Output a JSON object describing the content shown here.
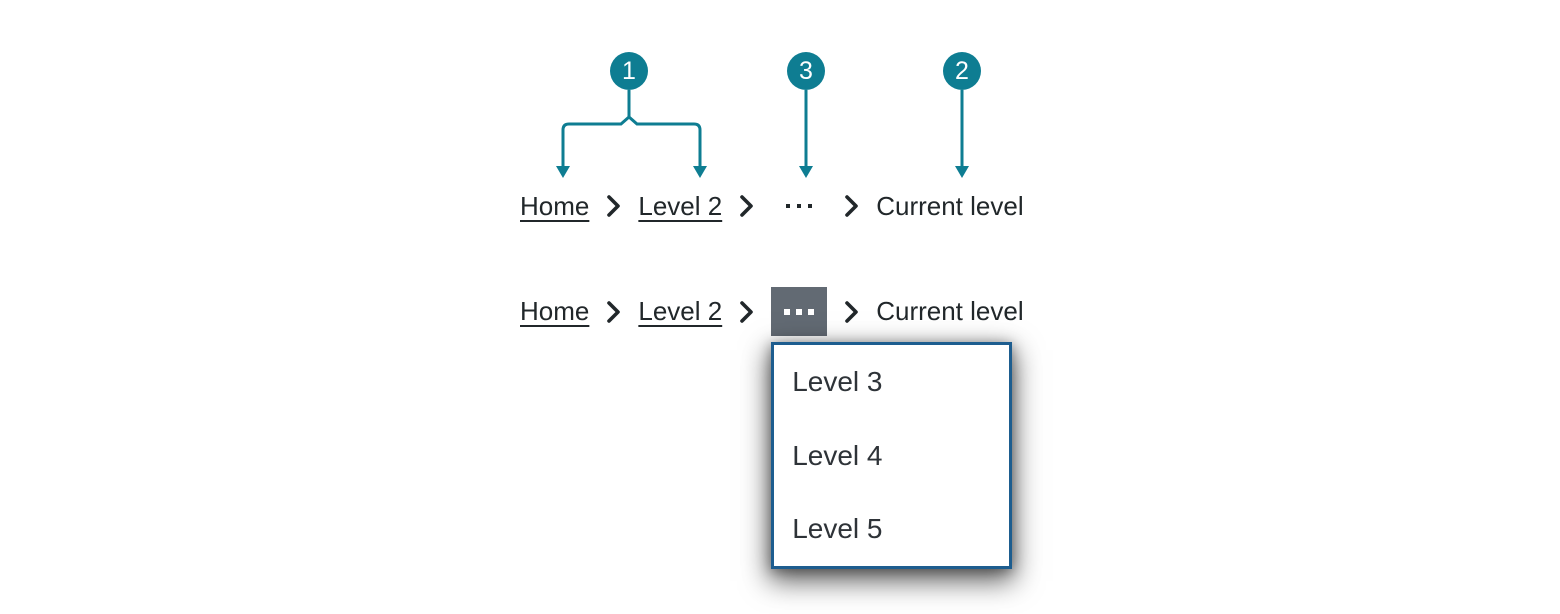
{
  "callouts": {
    "marker_1": "1",
    "marker_3": "3",
    "marker_2": "2"
  },
  "breadcrumb_default": {
    "home_label": "Home",
    "level2_label": "Level 2",
    "overflow_icon": "ellipsis",
    "current_label": "Current level"
  },
  "breadcrumb_expanded": {
    "home_label": "Home",
    "level2_label": "Level 2",
    "overflow_icon": "ellipsis",
    "current_label": "Current level"
  },
  "overflow_menu": {
    "items": [
      {
        "label": "Level 3"
      },
      {
        "label": "Level 4"
      },
      {
        "label": "Level 5"
      }
    ]
  },
  "colors": {
    "callout_teal": "#0e7d92",
    "text_dark": "#21272a",
    "overflow_gray": "#626a73",
    "menu_border": "#1d5d8f"
  }
}
